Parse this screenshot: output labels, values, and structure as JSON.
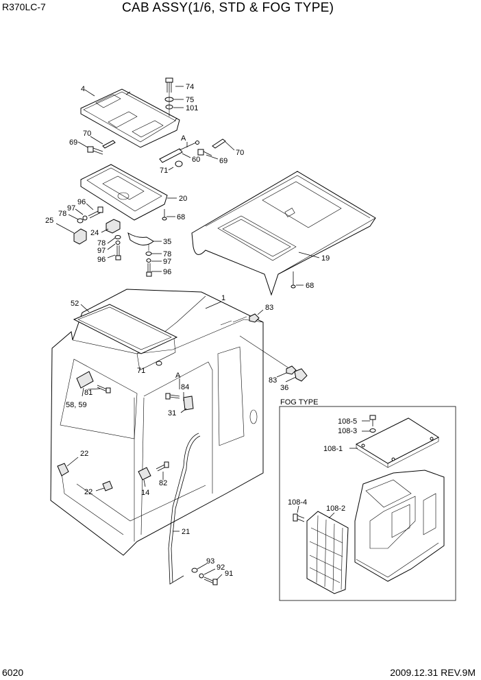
{
  "header": {
    "model": "R370LC-7",
    "title": "CAB ASSY(1/6, STD & FOG TYPE)"
  },
  "footer": {
    "page": "6020",
    "revision": "2009.12.31  REV.9M"
  },
  "fog_box": {
    "title": "FOG TYPE"
  },
  "callouts": {
    "c74": "74",
    "c75": "75",
    "c101": "101",
    "c4": "4",
    "c70a": "70",
    "c69a": "69",
    "cA1": "A",
    "c70b": "70",
    "c69b": "69",
    "c60": "60",
    "c71a": "71",
    "c20": "20",
    "c96a": "96",
    "c97a": "97",
    "c78a": "78",
    "c25": "25",
    "c68a": "68",
    "c24": "24",
    "c78b": "78",
    "c97b": "97",
    "c96b": "96",
    "c35": "35",
    "c78c": "78",
    "c97c": "97",
    "c96c": "96",
    "c19": "19",
    "c68b": "68",
    "c1": "1",
    "c52": "52",
    "c83a": "83",
    "c71b": "71",
    "cA2": "A",
    "c84": "84",
    "c83b": "83",
    "c36": "36",
    "c81": "81",
    "c58_59": "58, 59",
    "c31": "31",
    "c22a": "22",
    "c22b": "22",
    "c14": "14",
    "c82": "82",
    "c21": "21",
    "c93": "93",
    "c92": "92",
    "c91": "91",
    "c108_5": "108-5",
    "c108_3": "108-3",
    "c108_1": "108-1",
    "c108_4": "108-4",
    "c108_2": "108-2"
  }
}
